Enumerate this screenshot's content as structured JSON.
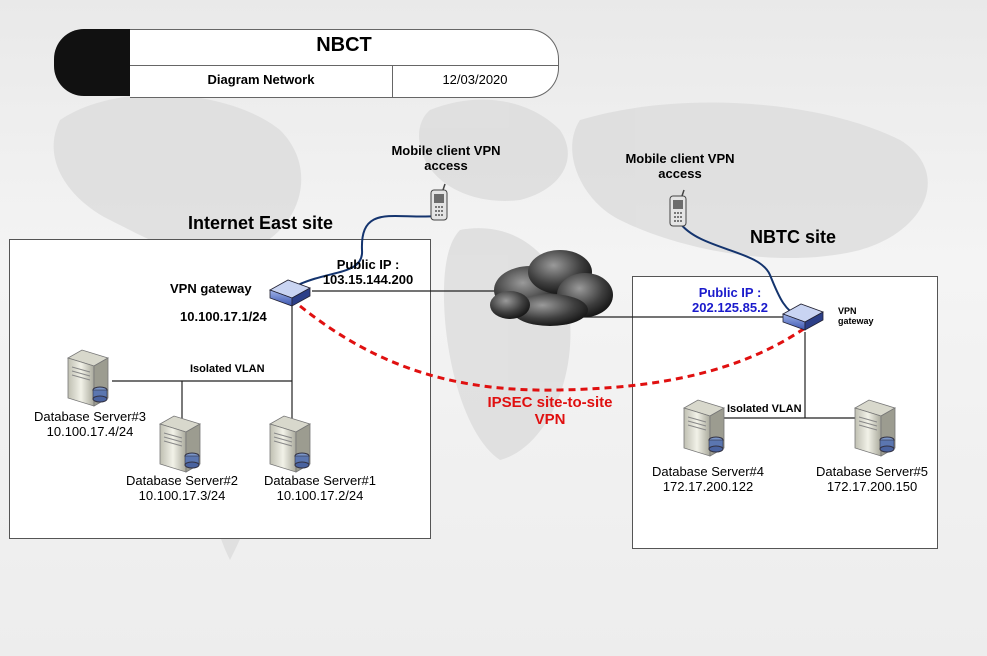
{
  "header": {
    "title": "NBCT",
    "subtitle": "Diagram Network",
    "date": "12/03/2020"
  },
  "east_site": {
    "title": "Internet East site",
    "mobile_client": [
      "Mobile client VPN",
      "access"
    ],
    "vpn_gateway_label": "VPN gateway",
    "gateway_ip": "10.100.17.1/24",
    "public_ip_label": "Public IP :",
    "public_ip": "103.15.144.200",
    "vlan_label": "Isolated VLAN",
    "servers": [
      {
        "name": "Database Server#3",
        "ip": "10.100.17.4/24"
      },
      {
        "name": "Database Server#2",
        "ip": "10.100.17.3/24"
      },
      {
        "name": "Database Server#1",
        "ip": "10.100.17.2/24"
      }
    ]
  },
  "nbtc_site": {
    "title": "NBTC site",
    "mobile_client": [
      "Mobile client VPN",
      "access"
    ],
    "public_ip_label": "Public IP :",
    "public_ip": "202.125.85.2",
    "vpn_gateway_label": [
      "VPN",
      "gateway"
    ],
    "vlan_label": "Isolated VLAN",
    "servers": [
      {
        "name": "Database Server#4",
        "ip": "172.17.200.122"
      },
      {
        "name": "Database Server#5",
        "ip": "172.17.200.150"
      }
    ]
  },
  "tunnel_label": [
    "IPSEC site-to-site",
    "VPN"
  ],
  "colors": {
    "tunnel": "#e01010",
    "public_ip_nbtc": "#1a1acc",
    "mobile_link": "#14346e"
  }
}
